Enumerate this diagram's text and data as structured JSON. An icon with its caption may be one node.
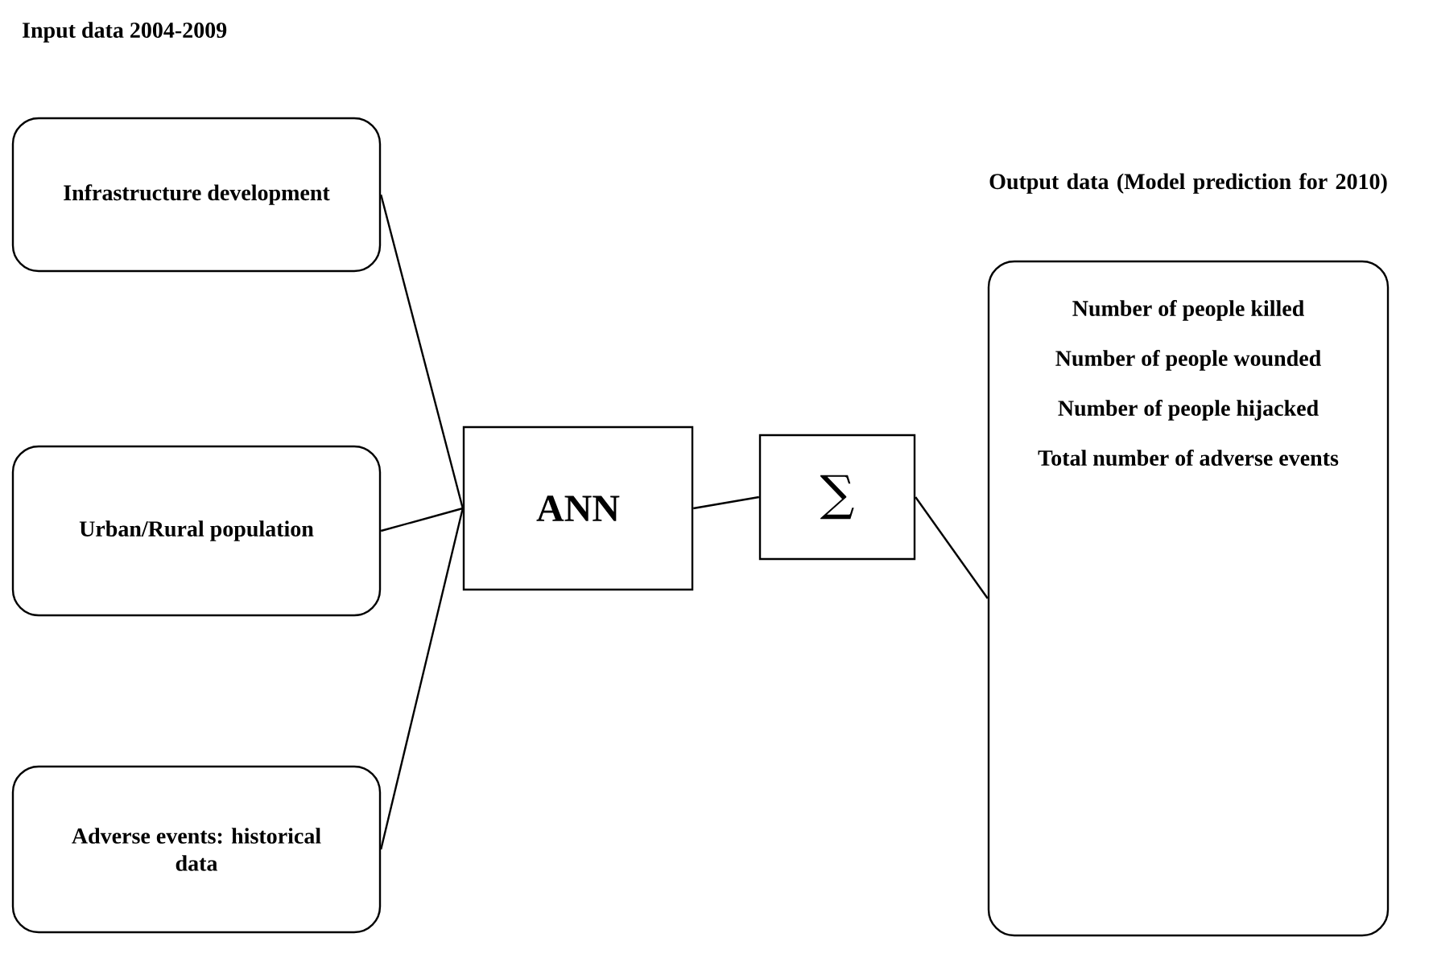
{
  "diagram": {
    "title": "Input data 2004-2009",
    "nodes": [
      {
        "text": [
          "Infrastructure development"
        ]
      },
      {
        "text": [
          "Urban/Rural population"
        ]
      },
      {
        "text": [
          "Adverse events: historical data"
        ]
      },
      {
        "text": [
          "ANN"
        ]
      },
      {
        "text": [
          "∑"
        ]
      },
      {
        "text": [
          "Output data (Model prediction for 2010)",
          "Number of people killed",
          "Number of people wounded",
          "Number of people hijacked",
          "Total number of adverse events"
        ]
      }
    ],
    "edges": [
      {
        "from": 0,
        "to": 3,
        "arrow": "none"
      },
      {
        "from": 1,
        "to": 3,
        "arrow": "none"
      },
      {
        "from": 2,
        "to": 3,
        "arrow": "none"
      },
      {
        "from": 3,
        "to": 4,
        "arrow": "none"
      },
      {
        "from": 4,
        "to": 5,
        "arrow": "none"
      }
    ]
  }
}
